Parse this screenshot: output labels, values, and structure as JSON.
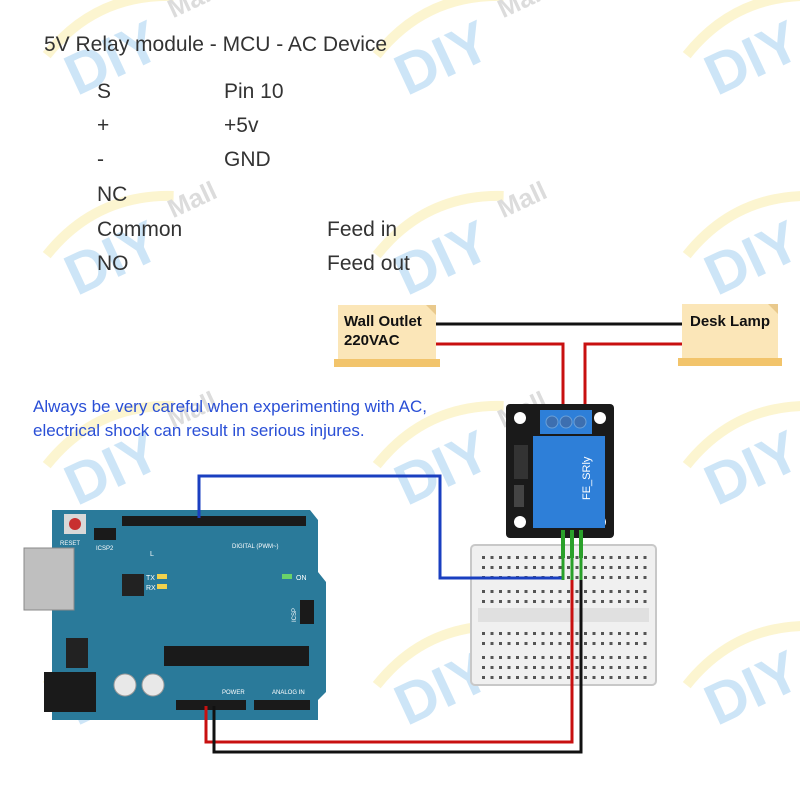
{
  "title": "5V Relay module - MCU - AC Device",
  "pin_table": [
    {
      "left": "S",
      "right": "Pin 10"
    },
    {
      "left": "+",
      "right": "+5v"
    },
    {
      "left": "-",
      "right": "GND"
    },
    {
      "left": "NC",
      "right": ""
    },
    {
      "left": "Common",
      "right": "Feed in"
    },
    {
      "left": "NO",
      "right": "Feed out"
    }
  ],
  "warning": "Always be very careful when experimenting with AC, electrical shock can result in serious injures.",
  "wall_outlet": {
    "line1": "Wall Outlet",
    "line2": "220VAC"
  },
  "desk_lamp": "Desk Lamp",
  "relay_label": "FE_SRly",
  "watermark": "DIY Mall",
  "arduino": {
    "reset": "RESET",
    "icsp2": "ICSP2",
    "digital": "DIGITAL (PWM~)",
    "tx": "TX",
    "rx": "RX",
    "on": "ON",
    "icsp": "ICSP",
    "power": "POWER",
    "analog": "ANALOG IN",
    "l": "L"
  },
  "colors": {
    "arduino": "#2a7a9a",
    "relay_board": "#1a1a1a",
    "relay_block": "#2e7fd8",
    "wire_red": "#c81010",
    "wire_black": "#111111",
    "wire_blue": "#1a3fc0",
    "wire_green": "#2aa02a",
    "label_bg": "#fbe6b8",
    "watermark_blue": "#6fb6e8",
    "watermark_yellow": "#f7e27a"
  }
}
